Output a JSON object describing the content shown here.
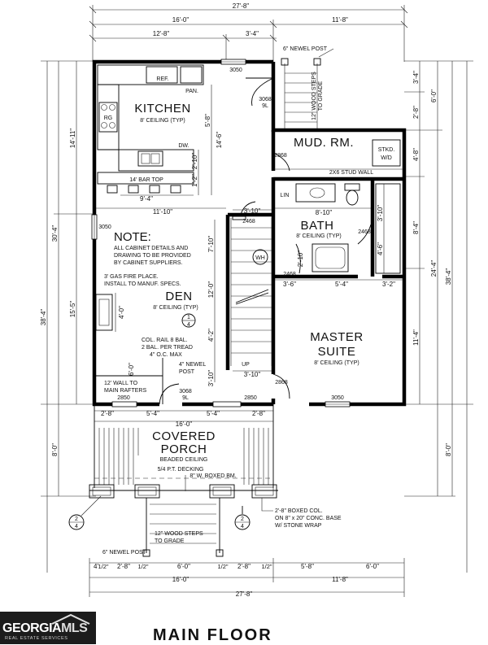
{
  "plan": {
    "title": "MAIN FLOOR",
    "rooms": {
      "kitchen": "KITCHEN",
      "kitchen_ceiling": "8' CEILING (TYP)",
      "mud": "MUD. RM.",
      "bath": "BATH",
      "bath_ceiling": "8' CEILING (TYP)",
      "den": "DEN",
      "den_ceiling": "8' CEILING (TYP)",
      "master_1": "MASTER",
      "master_2": "SUITE",
      "master_ceiling": "8' CEILING (TYP)",
      "porch_1": "COVERED",
      "porch_2": "PORCH",
      "porch_ceiling": "BEADED CEILING"
    },
    "fixtures": {
      "ref": "REF.",
      "pan": "PAN.",
      "rg": "RG",
      "dw": "DW.",
      "bar_top": "14' BAR TOP",
      "lin": "LIN",
      "stkd_1": "STKD.",
      "stkd_2": "W/D",
      "wh": "WH",
      "stud_wall": "2X6 STUD WALL",
      "up": "UP"
    },
    "notes": {
      "note_title": "NOTE:",
      "note_1": "ALL CABINET DETAILS AND",
      "note_2": "DRAWING TO BE PROVIDED",
      "note_3": "BY CABINET SUPPLIERS.",
      "fire_1": "3' GAS FIRE PLACE.",
      "fire_2": "INSTALL TO MANUF. SPECS.",
      "rail_1": "COL. RAIL 8 BAL.",
      "rail_2": "2 BAL. PER TREAD",
      "rail_3": "4\" O.C. MAX",
      "newel_top": "6\" NEWEL POST",
      "wood_steps_top_1": "12\" WOOD STEPS",
      "wood_steps_top_2": "TO GRADE",
      "newel_den_1": "4\" NEWEL",
      "newel_den_2": "POST",
      "wall_1": "12' WALL TO",
      "wall_2": "MAIN RAFTERS",
      "decking": "5/4 P.T. DECKING",
      "boxed_bm": "8\" W. BOXED BM.",
      "col_1": "2'-8\" BOXED COL.",
      "col_2": "ON 8\" x 20\" CONC. BASE",
      "col_3": "W/ STONE WRAP",
      "wood_steps_bot_1": "12\" WOOD STEPS",
      "wood_steps_bot_2": "TO GRADE",
      "newel_bot": "6\" NEWEL POST"
    },
    "windows_doors": {
      "w_kitchen_top": "3050",
      "d_kitchen_side_1": "3068",
      "d_kitchen_side_2": "9L",
      "d_mud": "2868",
      "w_den_side": "3050",
      "d_stair": "2468",
      "d_bath_1": "2468",
      "d_bath_2": "2468",
      "d_master": "2868",
      "d_front_1": "3068",
      "d_front_2": "9L",
      "w_front_left": "2850",
      "w_front_mid": "2850",
      "w_master": "3050"
    },
    "dimensions": {
      "top_overall": "27'-8\"",
      "top_left": "16'-0\"",
      "top_right": "11'-8\"",
      "top_sub_left": "12'-8\"",
      "top_sub_mid": "3'-4\"",
      "left_overall": "38'-4\"",
      "left_house": "30'-4\"",
      "left_upper": "14'-11\"",
      "left_lower": "15'-5\"",
      "left_porch": "8'-0\"",
      "right_overall": "38'-4\"",
      "right_house": "24'-4\"",
      "right_porch": "8'-0\"",
      "right_a": "3'-4\"",
      "right_b": "6'-0\"",
      "right_c": "2'-8\"",
      "right_d": "4'-8\"",
      "right_e": "8'-4\"",
      "right_f": "11'-4\"",
      "kit_1": "5'-8\"",
      "kit_2": "14'-6\"",
      "kit_3": "2'-10\"",
      "kit_4": "1'-2\"",
      "kit_bar": "9'-4\"",
      "kit_wide": "11'-10\"",
      "hall": "3'-10\"",
      "bath_w": "8'-10\"",
      "bath_a": "3'-10\"",
      "bath_b": "4'-6\"",
      "bath_c": "2'-10\"",
      "bath_d": "3'-6\"",
      "bath_e": "5'-4\"",
      "bath_f": "3'-2\"",
      "den_a": "7'-10\"",
      "den_b": "12'-0\"",
      "den_c": "4'-2\"",
      "den_d": "3'-10\"",
      "den_e": "4'-0\"",
      "den_f": "6'-0\"",
      "stair_w": "3'-10\"",
      "front_a": "2'-8\"",
      "front_b": "5'-4\"",
      "front_c": "5'-4\"",
      "front_d": "2'-8\"",
      "porch_w": "16'-0\"",
      "bot_a": "4'",
      "bot_a2": "1/2\"",
      "bot_b": "2'-8\"",
      "bot_c": "1/2\"",
      "bot_d": "6'-0\"",
      "bot_e": "1/2\"",
      "bot_f": "2'-8\"",
      "bot_g": "1/2\"",
      "bot_h": "5'-8\"",
      "bot_i": "6'-0\"",
      "bot_left": "16'-0\"",
      "bot_right": "11'-8\"",
      "bot_overall": "27'-8\""
    },
    "callouts": {
      "c1_num": "1",
      "c1_den": "4",
      "c2_num": "2",
      "c2_den": "4",
      "c3_num": "2",
      "c3_den": "4"
    }
  },
  "logo": {
    "brand_a": "GEORGIA",
    "brand_b": "MLS",
    "tagline": "REAL ESTATE SERVICES"
  }
}
